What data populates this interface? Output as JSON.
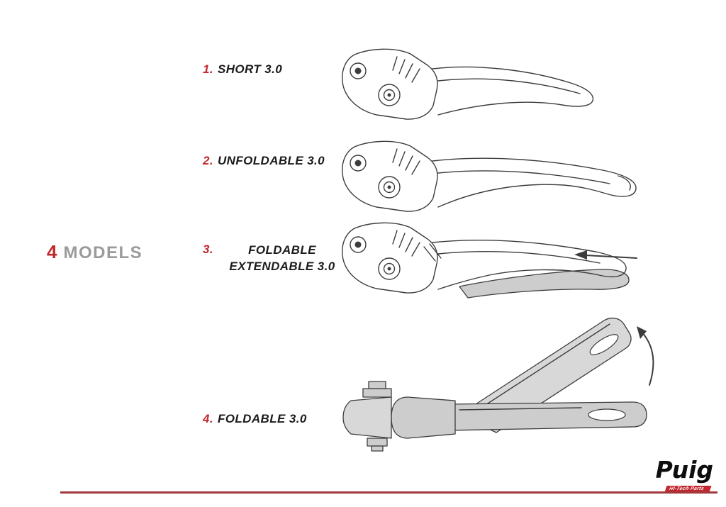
{
  "heading": {
    "number": "4",
    "label": "MODELS"
  },
  "items": [
    {
      "number": "1.",
      "label": "SHORT 3.0"
    },
    {
      "number": "2.",
      "label": "UNFOLDABLE 3.0"
    },
    {
      "number": "3.",
      "label": "FOLDABLE EXTENDABLE 3.0"
    },
    {
      "number": "4.",
      "label": "FOLDABLE 3.0"
    }
  ],
  "brand": {
    "name": "Puig",
    "tagline": "Hi-Tech Parts"
  },
  "colors": {
    "accent_red": "#c1272d",
    "heading_gray": "#9b9b9b",
    "bottom_rule_red": "#a1393c",
    "drawing_stroke": "#3c3c3c",
    "shade_gray": "#cdcdcd"
  }
}
